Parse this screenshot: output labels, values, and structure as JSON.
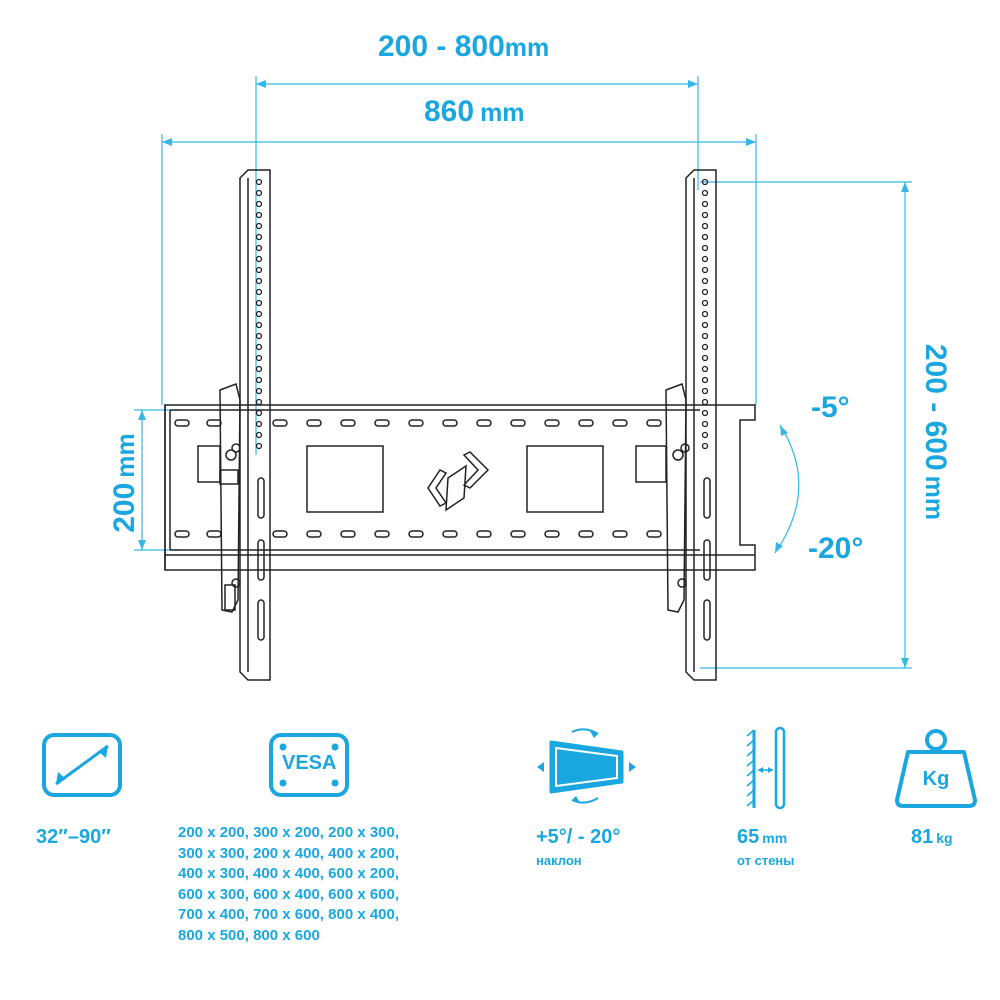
{
  "dimensions": {
    "vesa_width": {
      "value": "200 - 800",
      "unit": "mm"
    },
    "total_width": {
      "value": "860",
      "unit": "mm"
    },
    "vesa_height_left": {
      "value": "200",
      "unit": "mm"
    },
    "vesa_height_right": {
      "value": "200 - 600",
      "unit": "mm"
    },
    "tilt_up": "-5°",
    "tilt_down": "-20°"
  },
  "specs": {
    "screen_size": "32″–90″",
    "vesa_icon_label": "VESA",
    "vesa_patterns": [
      "200 x 200, 300 x 200, 200 x 300,",
      "300 x 300, 200 x 400, 400 x 200,",
      "400 x 300, 400 x 400, 600 x 200,",
      "600 x 300, 600 x 400, 600 x 600,",
      "700 x 400, 700 x 600, 800 x 400,",
      "800 x 500, 800 x 600"
    ],
    "tilt_range": "+5°/ - 20°",
    "tilt_caption": "наклон",
    "wall_distance": {
      "value": "65",
      "unit": "mm",
      "caption": "от стены"
    },
    "weight_icon_label": "Kg",
    "max_load": {
      "value": "81",
      "unit": "kg"
    }
  },
  "colors": {
    "accent": "#1aa7e0",
    "line": "#222222"
  },
  "icons": [
    "diagonal-arrow-icon",
    "vesa-icon",
    "tilt-icon",
    "wall-distance-icon",
    "weight-icon"
  ]
}
